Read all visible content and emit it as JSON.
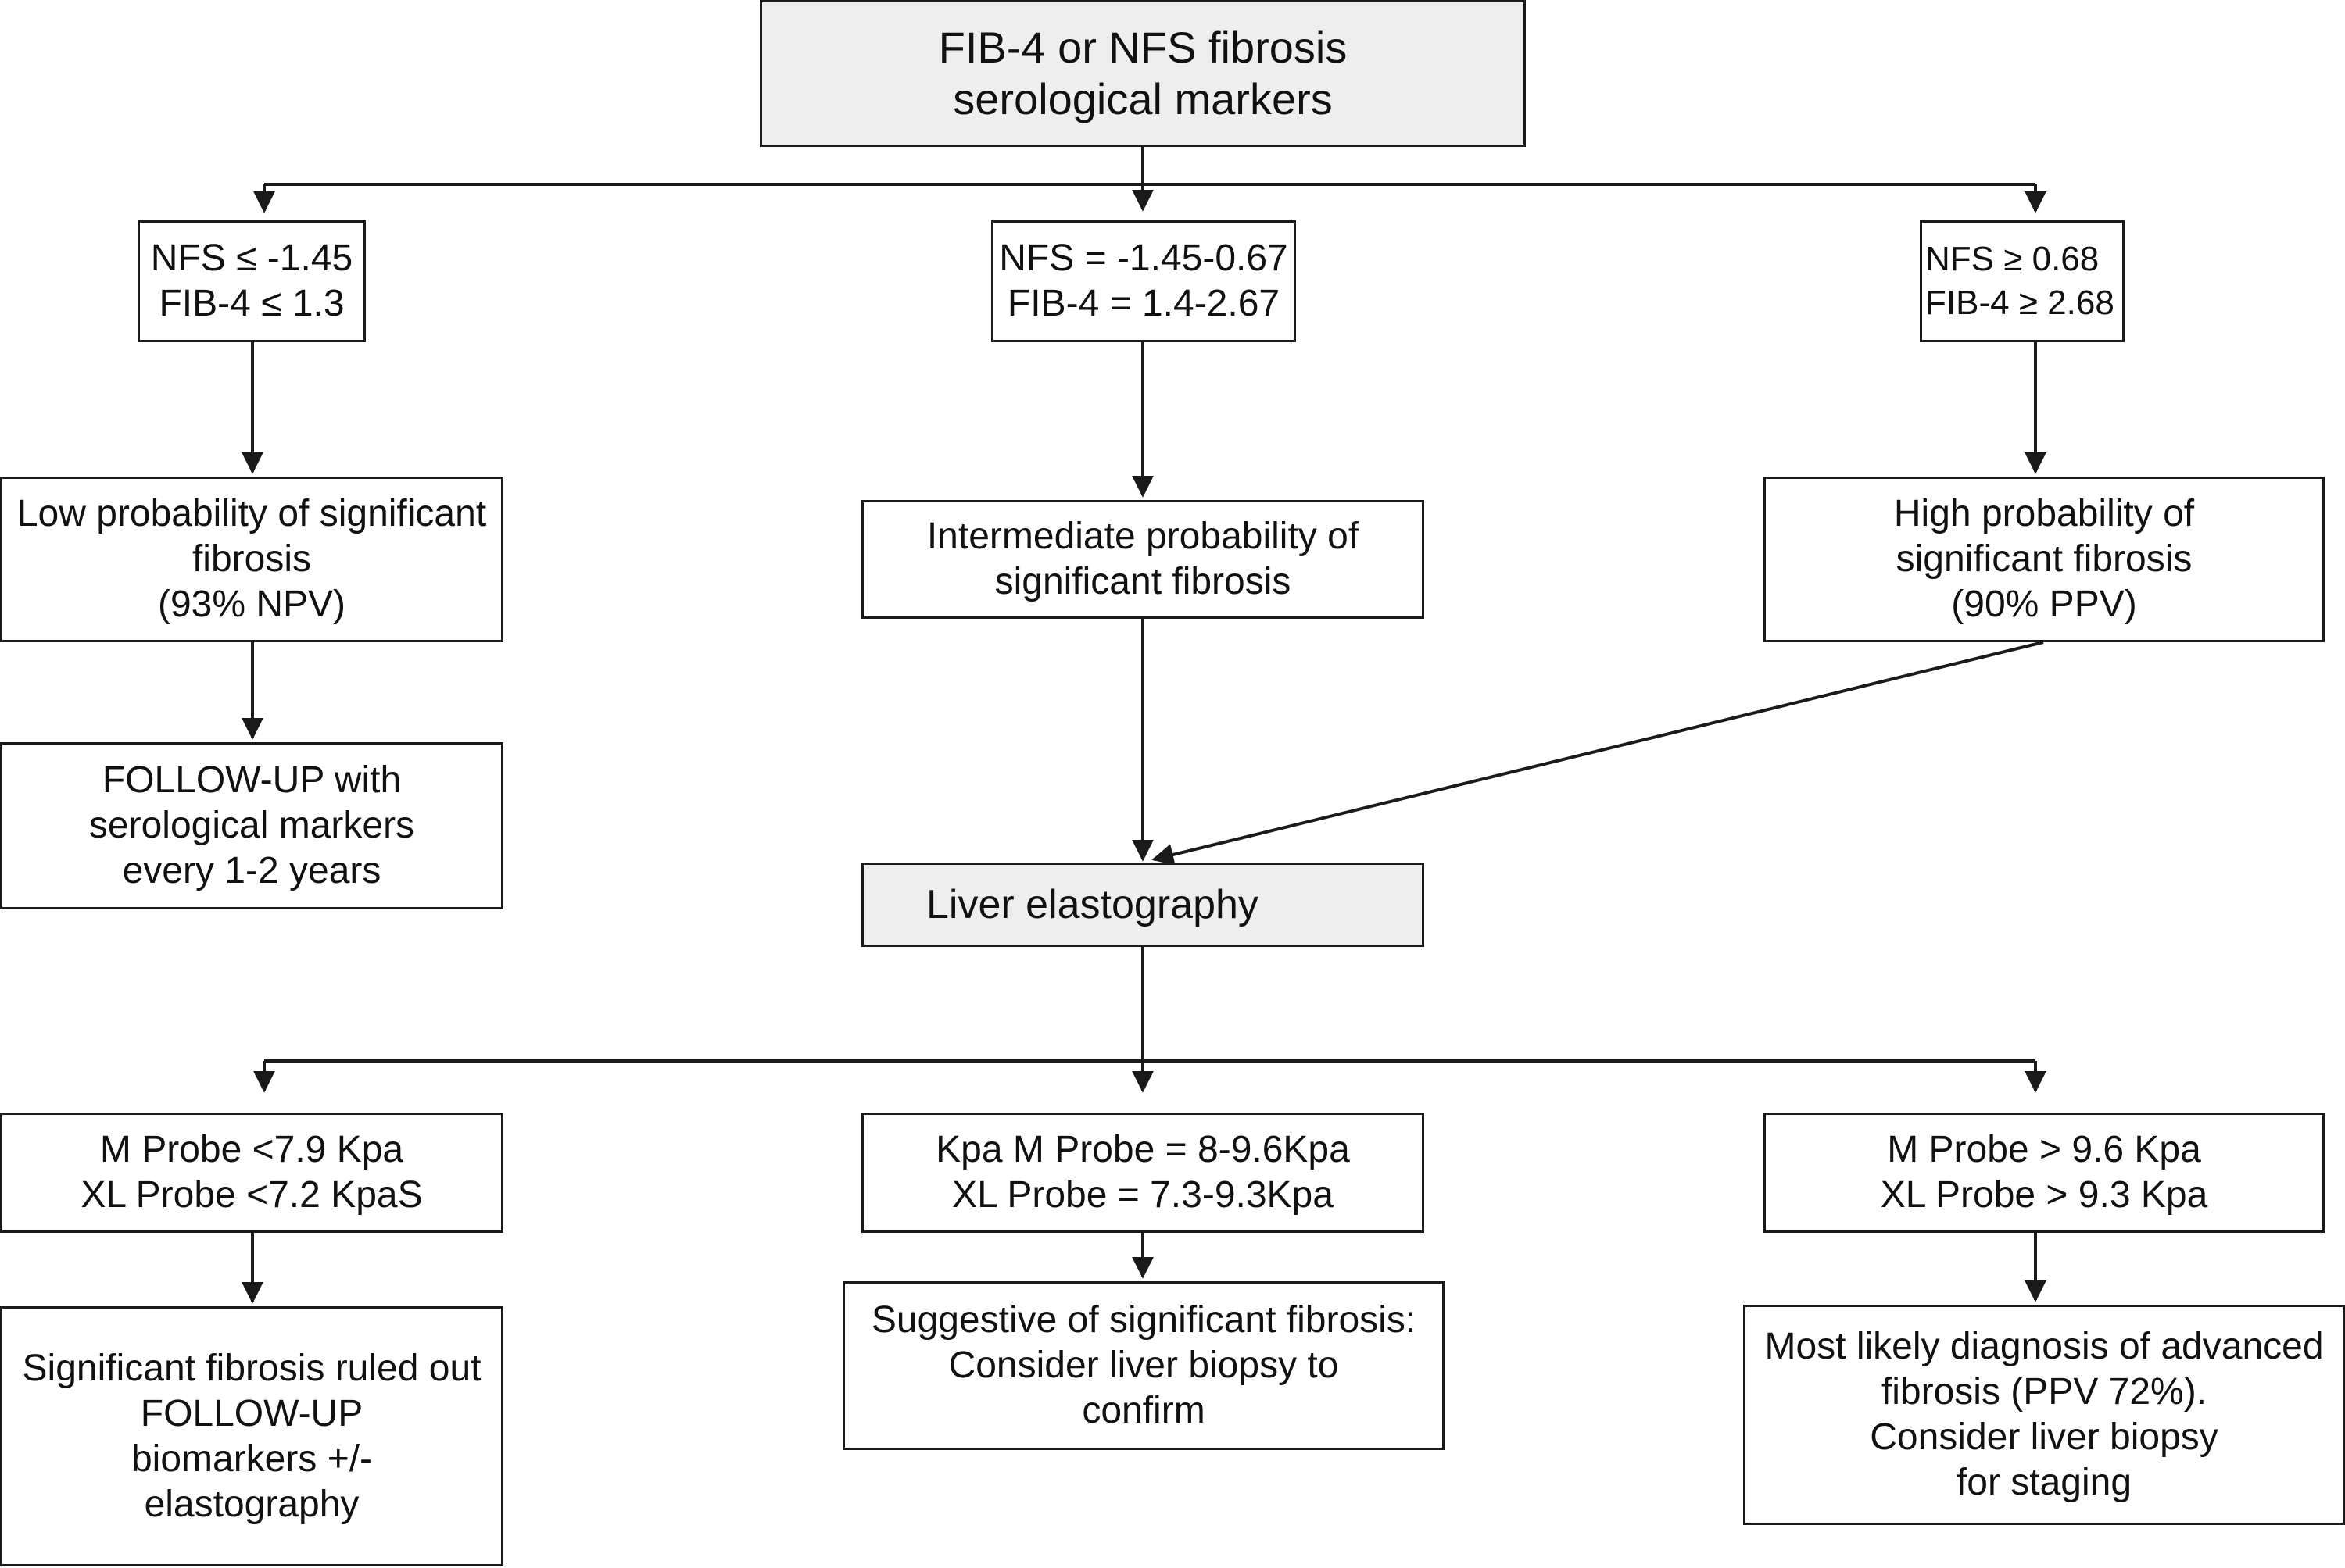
{
  "boxes": {
    "root": {
      "lines": [
        "FIB-4 or NFS fibrosis",
        "serological markers"
      ]
    },
    "nfs_low": {
      "lines": [
        "NFS ≤ -1.45",
        "FIB-4 ≤ 1.3"
      ]
    },
    "nfs_mid": {
      "lines": [
        "NFS = -1.45-0.67",
        "FIB-4 = 1.4-2.67"
      ]
    },
    "nfs_high": {
      "lines": [
        "NFS ≥ 0.68",
        "FIB-4 ≥ 2.68"
      ]
    },
    "prob_low": {
      "lines": [
        "Low probability of significant",
        "fibrosis",
        "(93% NPV)"
      ]
    },
    "prob_mid": {
      "lines": [
        "Intermediate probability of",
        "significant fibrosis"
      ]
    },
    "prob_high": {
      "lines": [
        "High probability of",
        "significant fibrosis",
        "(90% PPV)"
      ]
    },
    "followup": {
      "lines": [
        "FOLLOW-UP with",
        "serological markers",
        "every 1-2 years"
      ]
    },
    "elastography": {
      "lines": [
        "Liver elastography"
      ]
    },
    "kpa_low": {
      "lines": [
        "M Probe <7.9 Kpa",
        "XL Probe <7.2 KpaS"
      ]
    },
    "kpa_mid": {
      "lines": [
        "Kpa M Probe = 8-9.6Kpa",
        "XL Probe = 7.3-9.3Kpa"
      ]
    },
    "kpa_high": {
      "lines": [
        "M Probe > 9.6 Kpa",
        "XL Probe > 9.3 Kpa"
      ]
    },
    "result_low": {
      "lines": [
        "Significant fibrosis ruled out",
        "FOLLOW-UP",
        "biomarkers +/-",
        "elastography"
      ]
    },
    "result_mid": {
      "lines": [
        "Suggestive of significant fibrosis:",
        "Consider liver biopsy to",
        "confirm"
      ]
    },
    "result_high": {
      "lines": [
        "Most likely diagnosis of advanced",
        "fibrosis (PPV 72%).",
        "Consider liver biopsy",
        "for staging"
      ]
    }
  },
  "colors": {
    "line": "#1a1a1a",
    "shaded_fill": "#eeeeee",
    "box_fill": "#ffffff"
  }
}
